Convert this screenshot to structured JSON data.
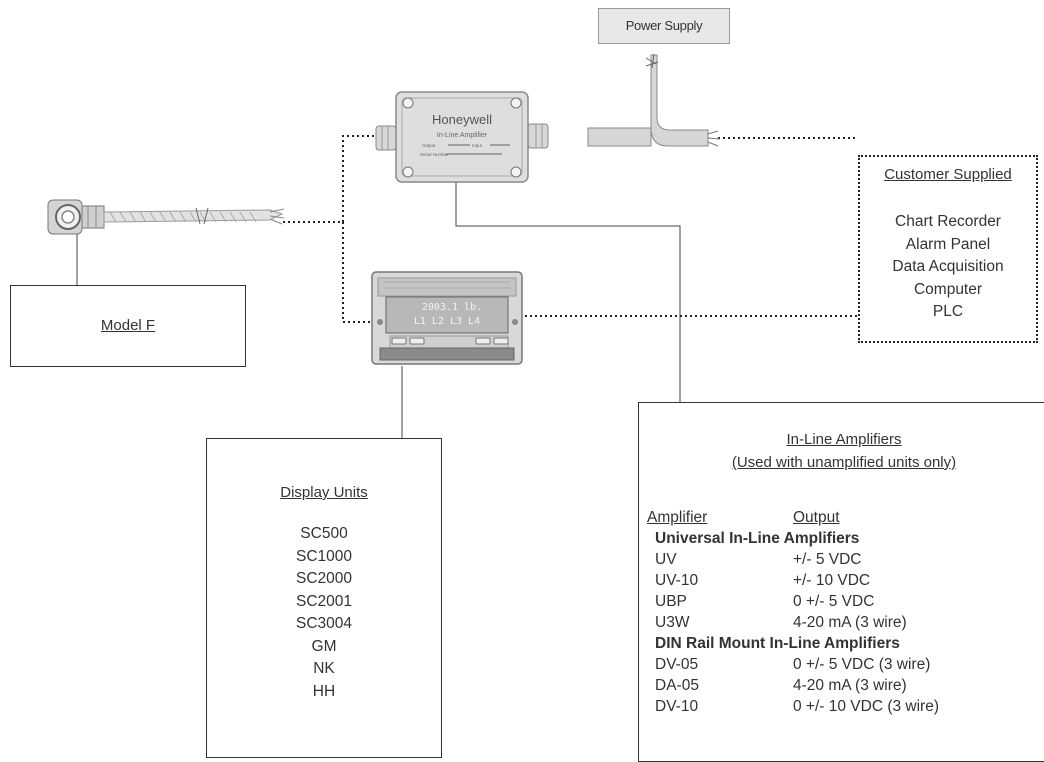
{
  "power_supply": {
    "label": "Power Supply"
  },
  "amplifier_device": {
    "brand": "Honeywell",
    "subtitle": "In-Line Amplifier",
    "output_label": "Output",
    "input_label": "Input",
    "serial_label": "Serial Number"
  },
  "display_device": {
    "reading": "2003.1 lb.",
    "indicators": "L1 L2 L3 L4"
  },
  "model_box": {
    "label": "Model F"
  },
  "customer_box": {
    "title": "Customer Supplied",
    "items": [
      "Chart Recorder",
      "Alarm Panel",
      "Data Acquisition",
      "Computer",
      "PLC"
    ]
  },
  "display_units_box": {
    "title": "Display Units",
    "items": [
      "SC500",
      "SC1000",
      "SC2000",
      "SC2001",
      "SC3004",
      "GM",
      "NK",
      "HH"
    ]
  },
  "amplifiers_box": {
    "title": "In-Line Amplifiers",
    "subtitle": "(Used with unamplified units only)",
    "col_amplifier": "Amplifier",
    "col_output": "Output",
    "group1": "Universal In-Line Amplifiers",
    "group1_rows": [
      {
        "amp": "UV",
        "output": "+/- 5 VDC"
      },
      {
        "amp": "UV-10",
        "output": "+/- 10 VDC"
      },
      {
        "amp": "UBP",
        "output": "0 +/- 5 VDC"
      },
      {
        "amp": "U3W",
        "output": "4-20 mA (3 wire)"
      }
    ],
    "group2": "DIN Rail Mount In-Line Amplifiers",
    "group2_rows": [
      {
        "amp": "DV-05",
        "output": "0 +/- 5 VDC (3 wire)"
      },
      {
        "amp": "DA-05",
        "output": "4-20 mA (3 wire)"
      },
      {
        "amp": "DV-10",
        "output": "0 +/- 10 VDC (3 wire)"
      }
    ]
  }
}
